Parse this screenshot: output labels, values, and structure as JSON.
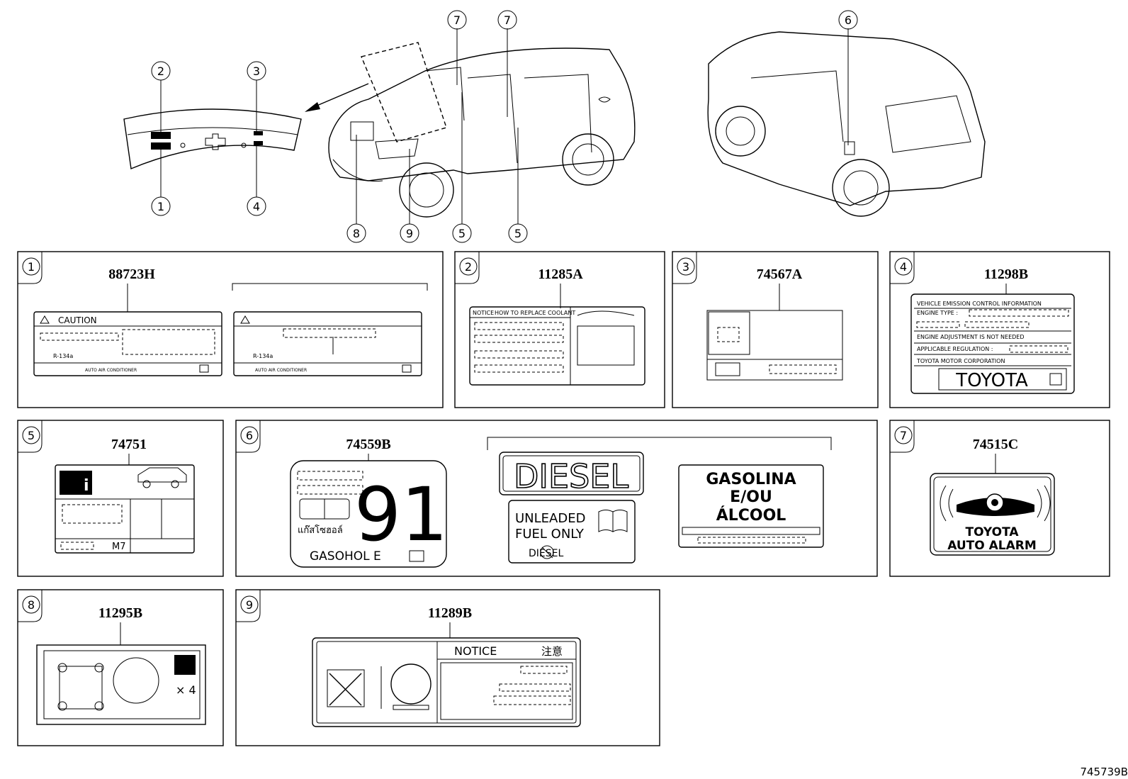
{
  "callouts": [
    "1",
    "2",
    "3",
    "4",
    "5",
    "6",
    "7",
    "8",
    "9"
  ],
  "panels": {
    "p1": {
      "num": "1",
      "part": "88723H",
      "caution": "CAUTION",
      "refrigerant": "R-134a",
      "small_text": "AUTO AIR CONDITIONER"
    },
    "p2": {
      "num": "2",
      "part": "11285A",
      "notice": "NOTICE",
      "how": "HOW TO REPLACE COOLANT"
    },
    "p3": {
      "num": "3",
      "part": "74567A"
    },
    "p4": {
      "num": "4",
      "part": "11298B",
      "line1": "VEHICLE EMISSION CONTROL INFORMATION",
      "line2": "ENGINE TYPE :",
      "line3": "ENGINE ADJUSTMENT IS NOT NEEDED",
      "line4": "APPLICABLE REGULATION :",
      "line5": "TOYOTA MOTOR CORPORATION",
      "brand": "TOYOTA"
    },
    "p5": {
      "num": "5",
      "part": "74751",
      "code": "M7"
    },
    "p6": {
      "num": "6",
      "part": "74559B",
      "octane": "91",
      "thai": "แก๊สโซฮอล์",
      "gasohol": "GASOHOL E",
      "diesel": "DIESEL",
      "unleaded1": "UNLEADED",
      "unleaded2": "FUEL ONLY",
      "diesel_small": "DIESEL",
      "gas1": "GASOLINA",
      "gas2": "E/OU",
      "gas3": "ÁLCOOL"
    },
    "p7": {
      "num": "7",
      "part": "74515C",
      "alarm1": "TOYOTA",
      "alarm2": "AUTO ALARM"
    },
    "p8": {
      "num": "8",
      "part": "11295B",
      "times": "× 4"
    },
    "p9": {
      "num": "9",
      "part": "11289B",
      "notice": "NOTICE",
      "notice_jp": "注意"
    }
  },
  "figure_id": "745739B"
}
